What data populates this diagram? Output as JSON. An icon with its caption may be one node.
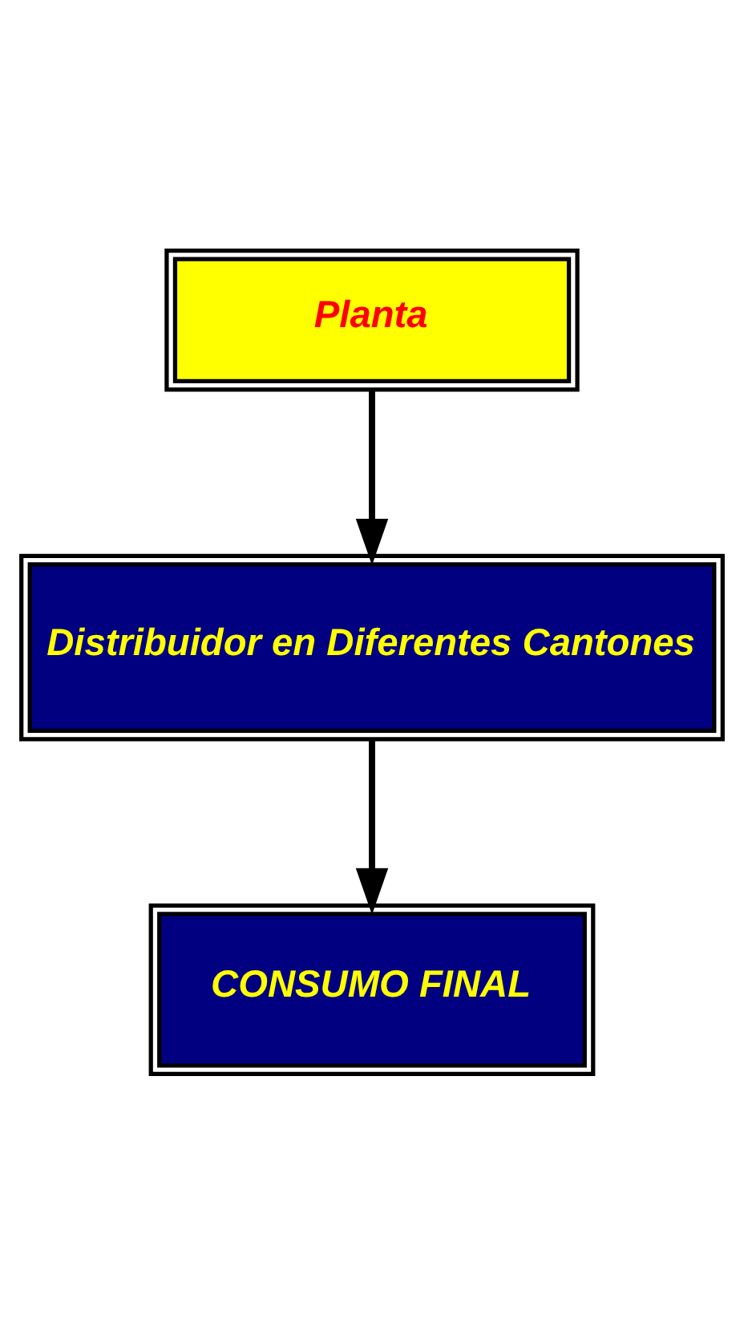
{
  "diagram": {
    "nodes": [
      {
        "text": [
          "Planta"
        ]
      },
      {
        "text": [
          "Distribuidor en Diferentes Cantones"
        ]
      },
      {
        "text": [
          "CONSUMO FINAL"
        ]
      }
    ],
    "edges": [
      {
        "from": 0,
        "to": 1,
        "arrow": "to"
      },
      {
        "from": 1,
        "to": 2,
        "arrow": "to"
      }
    ]
  }
}
